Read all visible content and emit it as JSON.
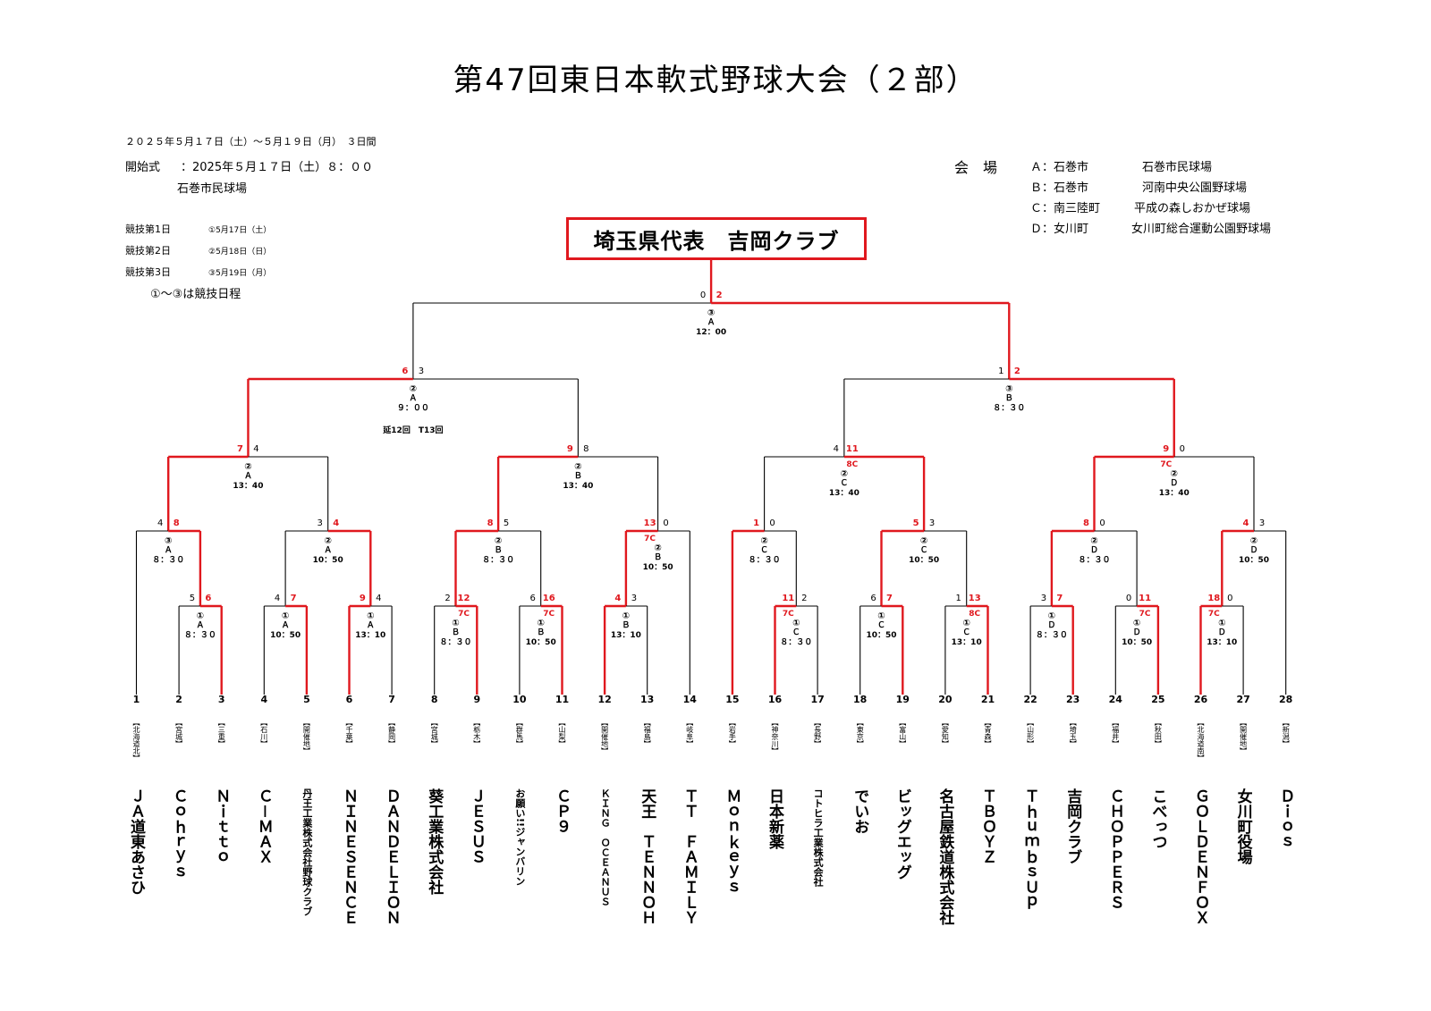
{
  "title": "第47回東日本軟式野球大会（２部）",
  "period": "２０２５年５月１７日（土）～５月１９日（月）　３日間",
  "opening_label": "開始式",
  "opening_text": "：2025年５月１７日（土）８：００",
  "opening_place": "石巻市民球場",
  "days": [
    {
      "label": "競技第1日",
      "value": "①5月17日（土）"
    },
    {
      "label": "競技第2日",
      "value": "②5月18日（日）"
    },
    {
      "label": "競技第3日",
      "value": "③5月19日（月）"
    }
  ],
  "schedule_note": "①～③は競技日程",
  "venue_label": "会　場",
  "venues": [
    {
      "code": "Ａ：石巻市",
      "name": "石巻市民球場"
    },
    {
      "code": "Ｂ：石巻市",
      "name": "河南中央公園野球場"
    },
    {
      "code": "Ｃ：南三陸町",
      "name": "平成の森しおかぜ球場"
    },
    {
      "code": "Ｄ：女川町",
      "name": "女川町総合運動公園野球場"
    }
  ],
  "champion": "埼玉県代表　吉岡クラブ",
  "accent_color": "#e0181e",
  "teams": [
    {
      "no": "1",
      "pref": "【北海道北】",
      "name": "ＪＡ道東あさひ"
    },
    {
      "no": "2",
      "pref": "【宮城】",
      "name": "Ｃｏｈｒｙｓ"
    },
    {
      "no": "3",
      "pref": "【三重】",
      "name": "Ｎｉｔｔｏ"
    },
    {
      "no": "4",
      "pref": "【石川】",
      "name": "Ｃ－ＭＡＸ"
    },
    {
      "no": "5",
      "pref": "【開催地】",
      "name": "丹王工業株式会社野球クラブ"
    },
    {
      "no": "6",
      "pref": "【千葉】",
      "name": "ＮＩＮＥＳＥＮＣＥ"
    },
    {
      "no": "7",
      "pref": "【静岡】",
      "name": "ＤＡＮＤＥＬＩＯＮ"
    },
    {
      "no": "8",
      "pref": "【宮城】",
      "name": "葵工業株式会社"
    },
    {
      "no": "9",
      "pref": "【栃木】",
      "name": "ＪＥＳＵＳ"
    },
    {
      "no": "10",
      "pref": "【群馬】",
      "name": "お願い!!ジャンバリン"
    },
    {
      "no": "11",
      "pref": "【山梨】",
      "name": "ＣＰ９"
    },
    {
      "no": "12",
      "pref": "【開催地】",
      "name": "ＫＩＮＧ　ＯＣＥＡＮＵＳ"
    },
    {
      "no": "13",
      "pref": "【福島】",
      "name": "天王　ＴＥＮＮＯＨ"
    },
    {
      "no": "14",
      "pref": "【岐阜】",
      "name": "ＴＴ　ＦＡＭＩＬＹ"
    },
    {
      "no": "15",
      "pref": "【岩手】",
      "name": "Ｍｏｎｋｅｙｓ"
    },
    {
      "no": "16",
      "pref": "【神奈川】",
      "name": "日本新薬"
    },
    {
      "no": "17",
      "pref": "【長野】",
      "name": "コトヒラ工業株式会社"
    },
    {
      "no": "18",
      "pref": "【東京】",
      "name": "でいお"
    },
    {
      "no": "19",
      "pref": "【富山】",
      "name": "ビッグエッグ"
    },
    {
      "no": "20",
      "pref": "【愛知】",
      "name": "名古屋鉄道株式会社"
    },
    {
      "no": "21",
      "pref": "【青森】",
      "name": "ＴＢＯＹＺ"
    },
    {
      "no": "22",
      "pref": "【山形】",
      "name": "ＴｈｕｍｂｓＵｐ"
    },
    {
      "no": "23",
      "pref": "【埼玉】",
      "name": "吉岡クラブ"
    },
    {
      "no": "24",
      "pref": "【福井】",
      "name": "ＣＨＯＰＰＥＲＳ"
    },
    {
      "no": "25",
      "pref": "【秋田】",
      "name": "こべっつ"
    },
    {
      "no": "26",
      "pref": "【北海道南】",
      "name": "ＧＯＬＤＥＮＦＯＸ"
    },
    {
      "no": "27",
      "pref": "【開催地】",
      "name": "女川町役場"
    },
    {
      "no": "28",
      "pref": "【新潟】",
      "name": "Ｄｉｏｓ"
    }
  ],
  "matches": [
    {
      "id": "r1-2v3",
      "day": "①",
      "venue": "Ａ",
      "time": "８：３０",
      "scores": [
        "5",
        "6"
      ],
      "winner": "R",
      "notes": ""
    },
    {
      "id": "r1-4v5",
      "day": "①",
      "venue": "Ａ",
      "time": "10：50",
      "scores": [
        "4",
        "7"
      ],
      "winner": "R",
      "notes": ""
    },
    {
      "id": "r1-6v7",
      "day": "①",
      "venue": "Ａ",
      "time": "13：10",
      "scores": [
        "9",
        "4"
      ],
      "winner": "L",
      "notes": ""
    },
    {
      "id": "r1-8v9",
      "day": "①",
      "venue": "Ｂ",
      "time": "８：３０",
      "scores": [
        "2",
        "12"
      ],
      "winner": "R",
      "notes": "7C"
    },
    {
      "id": "r1-10v11",
      "day": "①",
      "venue": "Ｂ",
      "time": "10：50",
      "scores": [
        "6",
        "16"
      ],
      "winner": "R",
      "notes": "7C"
    },
    {
      "id": "r1-12v13",
      "day": "①",
      "venue": "Ｂ",
      "time": "13：10",
      "scores": [
        "4",
        "3"
      ],
      "winner": "L",
      "notes": ""
    },
    {
      "id": "r1-16v17",
      "day": "①",
      "venue": "Ｃ",
      "time": "８：３０",
      "scores": [
        "11",
        "2"
      ],
      "winner": "L",
      "notes": "7C"
    },
    {
      "id": "r1-18v19",
      "day": "①",
      "venue": "Ｃ",
      "time": "10：50",
      "scores": [
        "6",
        "7"
      ],
      "winner": "R",
      "notes": ""
    },
    {
      "id": "r1-20v21",
      "day": "①",
      "venue": "Ｃ",
      "time": "13：10",
      "scores": [
        "1",
        "13"
      ],
      "winner": "R",
      "notes": "8C"
    },
    {
      "id": "r1-22v23",
      "day": "①",
      "venue": "Ｄ",
      "time": "８：３０",
      "scores": [
        "3",
        "7"
      ],
      "winner": "R",
      "notes": ""
    },
    {
      "id": "r1-24v25",
      "day": "①",
      "venue": "Ｄ",
      "time": "10：50",
      "scores": [
        "0",
        "11"
      ],
      "winner": "R",
      "notes": "7C"
    },
    {
      "id": "r1-26v27",
      "day": "①",
      "venue": "Ｄ",
      "time": "13：10",
      "scores": [
        "18",
        "0"
      ],
      "winner": "L",
      "notes": "7C"
    },
    {
      "id": "r2-1",
      "day": "③",
      "venue": "Ａ",
      "time": "８：３０",
      "scores": [
        "4",
        "8"
      ],
      "winner": "R",
      "notes": ""
    },
    {
      "id": "r2-2",
      "day": "②",
      "venue": "Ａ",
      "time": "10：50",
      "scores": [
        "3",
        "4"
      ],
      "winner": "R",
      "notes": ""
    },
    {
      "id": "r2-3",
      "day": "②",
      "venue": "Ｂ",
      "time": "８：３０",
      "scores": [
        "8",
        "5"
      ],
      "winner": "L",
      "notes": ""
    },
    {
      "id": "r2-4",
      "day": "②",
      "venue": "Ｂ",
      "time": "10：50",
      "scores": [
        "13",
        "0"
      ],
      "winner": "L",
      "notes": "7C"
    },
    {
      "id": "r2-5",
      "day": "②",
      "venue": "Ｃ",
      "time": "８：３０",
      "scores": [
        "1",
        "0"
      ],
      "winner": "L",
      "notes": ""
    },
    {
      "id": "r2-6",
      "day": "②",
      "venue": "Ｃ",
      "time": "10：50",
      "scores": [
        "5",
        "3"
      ],
      "winner": "L",
      "notes": ""
    },
    {
      "id": "r2-7",
      "day": "②",
      "venue": "Ｄ",
      "time": "８：３０",
      "scores": [
        "8",
        "0"
      ],
      "winner": "L",
      "notes": ""
    },
    {
      "id": "r2-8",
      "day": "②",
      "venue": "Ｄ",
      "time": "10：50",
      "scores": [
        "4",
        "3"
      ],
      "winner": "L",
      "notes": ""
    },
    {
      "id": "qf-1",
      "day": "②",
      "venue": "Ａ",
      "time": "13：40",
      "scores": [
        "7",
        "4"
      ],
      "winner": "L",
      "notes": ""
    },
    {
      "id": "qf-2",
      "day": "②",
      "venue": "Ｂ",
      "time": "13：40",
      "scores": [
        "9",
        "8"
      ],
      "winner": "L",
      "notes": ""
    },
    {
      "id": "qf-3",
      "day": "②",
      "venue": "Ｃ",
      "time": "13：40",
      "scores": [
        "4",
        "11"
      ],
      "winner": "R",
      "notes": "8C"
    },
    {
      "id": "qf-4",
      "day": "②",
      "venue": "Ｄ",
      "time": "13：40",
      "scores": [
        "9",
        "0"
      ],
      "winner": "L",
      "notes": "7C"
    },
    {
      "id": "sf-1",
      "day": "②",
      "venue": "Ａ",
      "time": "９：００",
      "scores": [
        "6",
        "3"
      ],
      "winner": "L",
      "notes": "延12回　T13回"
    },
    {
      "id": "sf-2",
      "day": "③",
      "venue": "Ｂ",
      "time": "８：３０",
      "scores": [
        "1",
        "2"
      ],
      "winner": "R",
      "notes": ""
    },
    {
      "id": "final",
      "day": "③",
      "venue": "Ａ",
      "time": "12：00",
      "scores": [
        "0",
        "2"
      ],
      "winner": "R",
      "notes": ""
    }
  ]
}
